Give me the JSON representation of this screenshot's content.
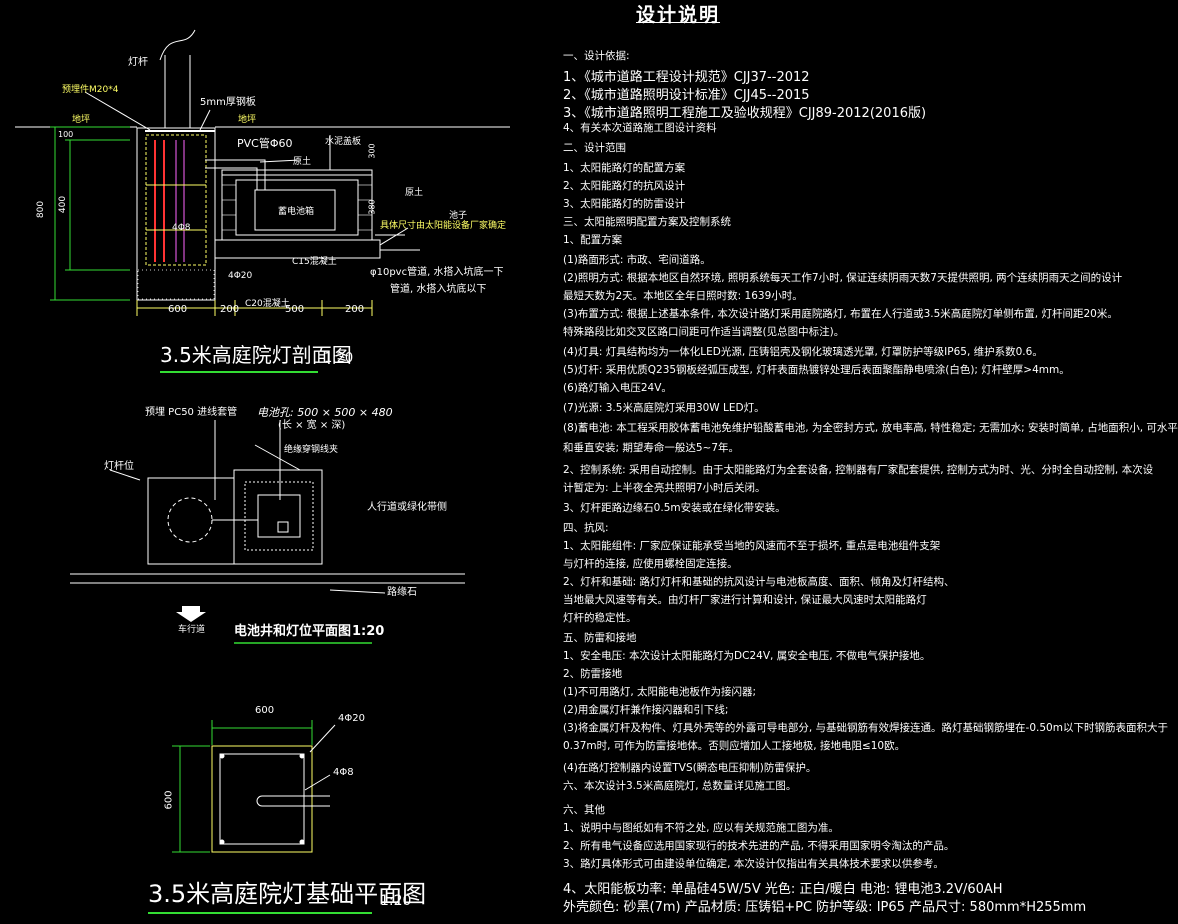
{
  "drawing": {
    "title": "设计说明",
    "section_title": "3.5米高庭院灯剖面图",
    "section_scale": "1:20",
    "plan_title": "电池井和灯位平面图",
    "plan_scale": "1:20",
    "foundation_title": "3.5米高庭院灯基础平面图",
    "foundation_scale": "1:20"
  },
  "section_labels": {
    "pole": "灯杆",
    "bolts": "预埋件M20*4",
    "plate": "5mm厚钢板",
    "lawn_left": "地坪",
    "lawn_right": "地坪",
    "pvc": "PVC管Φ60",
    "cover": "水泥盖板",
    "soil1": "原土",
    "soil2": "原土",
    "battery": "蓄电池箱",
    "rebar": "4Φ8",
    "rebar2": "4Φ20",
    "c15": "C15混凝土",
    "c20": "C20混凝土",
    "size_note": "具体尺寸由太阳能设备厂家确定",
    "pvc_note1": "φ10pvc管道, 水搭入坑底一下",
    "pvc_note2": "管道, 水搭入坑底以下",
    "pit": "池子",
    "dim_100": "100",
    "dim_800": "800",
    "dim_400": "400",
    "dim_300": "300",
    "dim_380": "380",
    "dim_600": "600",
    "dim_200a": "200",
    "dim_500": "500",
    "dim_200b": "200"
  },
  "plan_labels": {
    "pc50": "预埋 PC50 进线套管",
    "battery_hole": "电池孔: 500 × 500 × 480",
    "battery_hole2": "(长 × 宽 × 深)",
    "pole_pos": "灯杆位",
    "wire": "绝缘穿钢线夹",
    "sidewalk": "人行道或绿化带侧",
    "curb": "路缘石",
    "road": "车行道"
  },
  "foundation_labels": {
    "dim_600": "600",
    "dim_600v": "600",
    "rebar20": "4Φ20",
    "rebar8": "4Φ8"
  },
  "notes": [
    {
      "text": "一、设计依据:",
      "big": false
    },
    {
      "text": "1、《城市道路工程设计规范》CJJ37--2012",
      "big": true
    },
    {
      "text": "2、《城市道路照明设计标准》CJJ45--2015",
      "big": true
    },
    {
      "text": "3、《城市道路照明工程施工及验收规程》CJJ89-2012(2016版)",
      "big": true
    },
    {
      "text": "4、有关本次道路施工图设计资料",
      "big": false
    },
    {
      "text": "二、设计范围",
      "big": false
    },
    {
      "text": "1、太阳能路灯的配置方案",
      "big": false
    },
    {
      "text": "2、太阳能路灯的抗风设计",
      "big": false
    },
    {
      "text": "3、太阳能路灯的防雷设计",
      "big": false
    },
    {
      "text": "三、太阳能照明配置方案及控制系统",
      "big": false
    },
    {
      "text": "1、配置方案",
      "big": false
    },
    {
      "text": "(1)路面形式: 市政、宅间道路。",
      "big": false
    },
    {
      "text": "(2)照明方式: 根据本地区自然环境, 照明系统每天工作7小时, 保证连续阴雨天数7天提供照明, 两个连续阴雨天之间的设计",
      "big": false
    },
    {
      "text": "      最短天数为2天。本地区全年日照时数: 1639小时。",
      "big": false
    },
    {
      "text": "(3)布置方式: 根据上述基本条件, 本次设计路灯采用庭院路灯, 布置在人行道或3.5米高庭院灯单侧布置, 灯杆间距20米。",
      "big": false
    },
    {
      "text": "特殊路段比如交叉区路口间距可作适当调整(见总图中标注)。",
      "big": false
    },
    {
      "text": "(4)灯具: 灯具结构均为一体化LED光源, 压铸铝壳及钢化玻璃透光罩, 灯罩防护等级IP65, 维护系数0.6。",
      "big": false
    },
    {
      "text": "(5)灯杆: 采用优质Q235钢板经弧压成型, 灯杆表面热镀锌处理后表面聚酯静电喷涂(白色); 灯杆壁厚>4mm。",
      "big": false
    },
    {
      "text": "(6)路灯输入电压24V。",
      "big": false
    },
    {
      "text": "(7)光源: 3.5米高庭院灯采用30W LED灯。",
      "big": false
    },
    {
      "text": "(8)蓄电池: 本工程采用胶体蓄电池免维护铅酸蓄电池, 为全密封方式, 放电率高, 特性稳定; 无需加水; 安装时简单, 占地面积小, 可水平",
      "big": false
    },
    {
      "text": "和垂直安装; 期望寿命一般达5~7年。",
      "big": false
    },
    {
      "text": "2、控制系统: 采用自动控制。由于太阳能路灯为全套设备, 控制器有厂家配套提供, 控制方式为时、光、分时全自动控制, 本次设",
      "big": false
    },
    {
      "text": "   计暂定为: 上半夜全亮共照明7小时后关闭。",
      "big": false
    },
    {
      "text": "3、灯杆距路边缘石0.5m安装或在绿化带安装。",
      "big": false
    },
    {
      "text": "四、抗风:",
      "big": false
    },
    {
      "text": "1、太阳能组件: 厂家应保证能承受当地的风速而不至于损坏, 重点是电池组件支架",
      "big": false
    },
    {
      "text": "   与灯杆的连接, 应使用螺栓固定连接。",
      "big": false
    },
    {
      "text": "2、灯杆和基础: 路灯灯杆和基础的抗风设计与电池板高度、面积、倾角及灯杆结构、",
      "big": false
    },
    {
      "text": "   当地最大风速等有关。由灯杆厂家进行计算和设计, 保证最大风速时太阳能路灯",
      "big": false
    },
    {
      "text": "   灯杆的稳定性。",
      "big": false
    },
    {
      "text": "五、防雷和接地",
      "big": false
    },
    {
      "text": "1、安全电压: 本次设计太阳能路灯为DC24V, 属安全电压, 不做电气保护接地。",
      "big": false
    },
    {
      "text": "2、防雷接地",
      "big": false
    },
    {
      "text": "(1)不可用路灯, 太阳能电池板作为接闪器;",
      "big": false
    },
    {
      "text": "(2)用金属灯杆兼作接闪器和引下线;",
      "big": false
    },
    {
      "text": "(3)将金属灯杆及构件、灯具外壳等的外露可导电部分, 与基础钢筋有效焊接连通。路灯基础钢筋埋在-0.50m以下时钢筋表面积大于",
      "big": false
    },
    {
      "text": "   0.37m时, 可作为防雷接地体。否则应增加人工接地极, 接地电阻≤10欧。",
      "big": false
    },
    {
      "text": "(4)在路灯控制器内设置TVS(瞬态电压抑制)防雷保护。",
      "big": false
    },
    {
      "text": "六、本次设计3.5米高庭院灯, 总数量详见施工图。",
      "big": false
    },
    {
      "text": "六、其他",
      "big": false
    },
    {
      "text": "1、说明中与图纸如有不符之处, 应以有关规范施工图为准。",
      "big": false
    },
    {
      "text": "2、所有电气设备应选用国家现行的技术先进的产品, 不得采用国家明令淘汰的产品。",
      "big": false
    },
    {
      "text": "3、路灯具体形式可由建设单位确定, 本次设计仅指出有关具体技术要求以供参考。",
      "big": false
    },
    {
      "text": "4、太阳能板功率: 单晶硅45W/5V 光色: 正白/暖白 电池: 锂电池3.2V/60AH",
      "big": true
    },
    {
      "text": "   外壳颜色: 砂黑(7m) 产品材质: 压铸铝+PC 防护等级: IP65 产品尺寸: 580mm*H255mm",
      "big": true
    }
  ]
}
